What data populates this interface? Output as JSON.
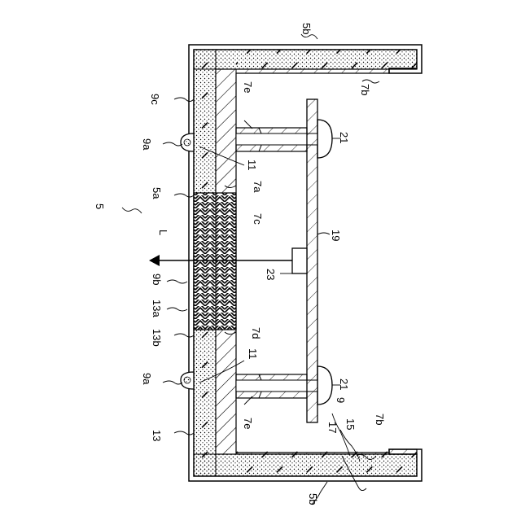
{
  "figure": {
    "labels": {
      "l_5b_top": "5b",
      "l_5b_bottom": "5b",
      "l_7b_top": "7b",
      "l_7b_bottom": "7b",
      "l_7e_top": "7e",
      "l_7e_bottom": "7e",
      "l_9c": "9c",
      "l_9a_top": "9a",
      "l_9a_bottom": "9a",
      "l_21_top": "21",
      "l_21_bottom": "21",
      "l_11_top": "11",
      "l_11_bottom": "11",
      "l_7a": "7a",
      "l_5a": "5a",
      "l_7c": "7c",
      "l_5": "5",
      "l_L": "L",
      "l_19": "19",
      "l_23": "23",
      "l_9b": "9b",
      "l_13a": "13a",
      "l_13b": "13b",
      "l_7d": "7d",
      "l_9": "9",
      "l_17": "17",
      "l_15": "15",
      "l_13": "13"
    },
    "colors": {
      "ink": "#000000",
      "paper": "#ffffff"
    }
  }
}
